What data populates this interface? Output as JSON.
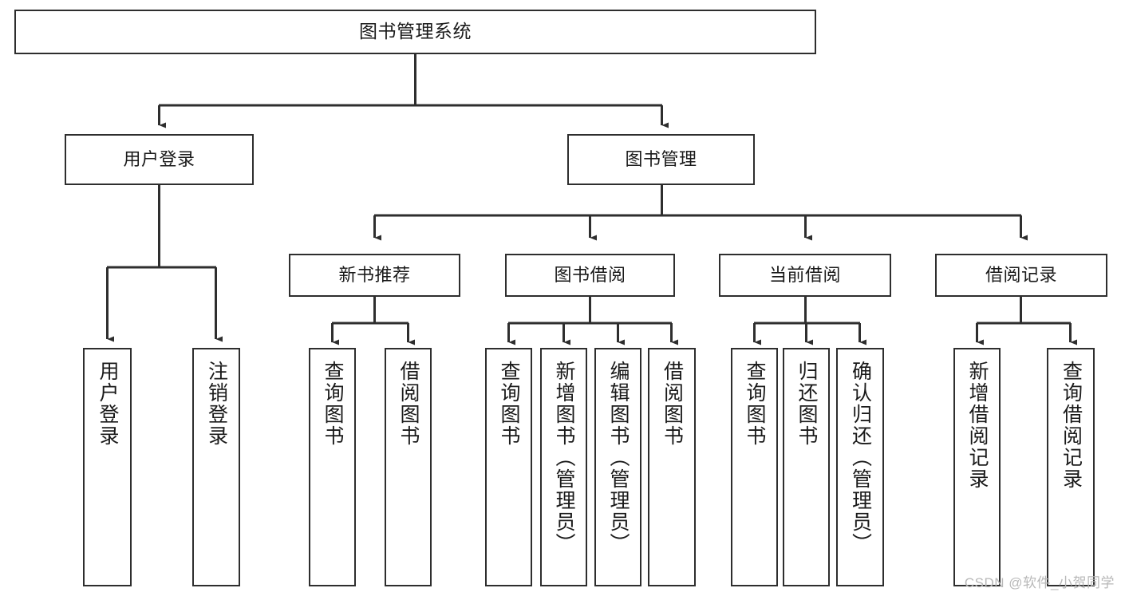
{
  "diagram": {
    "title": "图书管理系统",
    "type": "tree-hierarchy",
    "orientation": "top-down",
    "stroke_color": "#2e2e2e",
    "fill_color": "#ffffff",
    "text_color": "#1a1a1a"
  },
  "nodes": {
    "root": {
      "label": "图书管理系统",
      "level": 0
    },
    "level1": [
      {
        "id": "user-login",
        "label": "用户登录",
        "level": 1
      },
      {
        "id": "book-management",
        "label": "图书管理",
        "level": 1
      }
    ],
    "level2": [
      {
        "id": "new-book-recommend",
        "label": "新书推荐",
        "level": 2,
        "parent": "book-management"
      },
      {
        "id": "book-borrow",
        "label": "图书借阅",
        "level": 2,
        "parent": "book-management"
      },
      {
        "id": "current-borrow",
        "label": "当前借阅",
        "level": 2,
        "parent": "book-management"
      },
      {
        "id": "borrow-record",
        "label": "借阅记录",
        "level": 2,
        "parent": "book-management"
      }
    ],
    "leaves": [
      {
        "id": "leaf-user-login",
        "label": "用户登录",
        "parent": "user-login"
      },
      {
        "id": "leaf-user-logout",
        "label": "注销登录",
        "parent": "user-login"
      },
      {
        "id": "leaf-query-book-1",
        "label": "查询图书",
        "parent": "new-book-recommend"
      },
      {
        "id": "leaf-borrow-book-1",
        "label": "借阅图书",
        "parent": "new-book-recommend"
      },
      {
        "id": "leaf-query-book-2",
        "label": "查询图书",
        "parent": "book-borrow"
      },
      {
        "id": "leaf-add-book",
        "label": "新增图书（管理员）",
        "parent": "book-borrow"
      },
      {
        "id": "leaf-edit-book",
        "label": "编辑图书（管理员）",
        "parent": "book-borrow"
      },
      {
        "id": "leaf-borrow-book-2",
        "label": "借阅图书",
        "parent": "book-borrow"
      },
      {
        "id": "leaf-query-book-3",
        "label": "查询图书",
        "parent": "current-borrow"
      },
      {
        "id": "leaf-return-book",
        "label": "归还图书",
        "parent": "current-borrow"
      },
      {
        "id": "leaf-confirm-return",
        "label": "确认归还（管理员）",
        "parent": "current-borrow"
      },
      {
        "id": "leaf-add-record",
        "label": "新增借阅记录",
        "parent": "borrow-record"
      },
      {
        "id": "leaf-query-record",
        "label": "查询借阅记录",
        "parent": "borrow-record"
      }
    ]
  },
  "watermark": {
    "text": "CSDN @软件_小贺同学"
  }
}
